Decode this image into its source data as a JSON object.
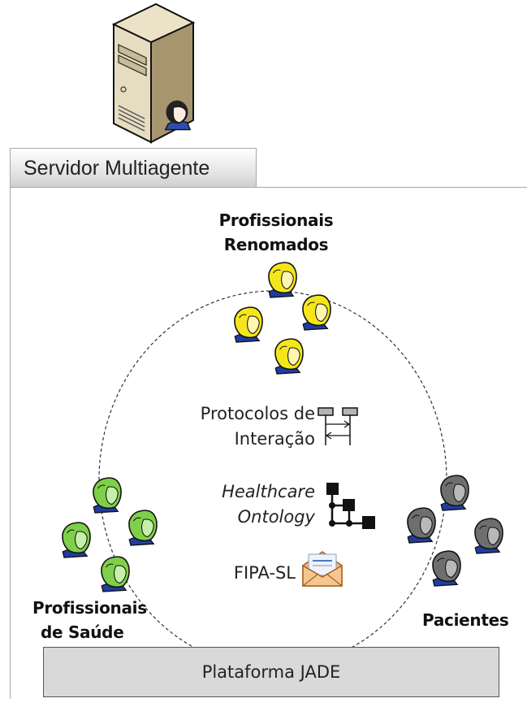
{
  "server": {
    "icon": "server-computer-icon",
    "label": "Servidor Multiagente"
  },
  "groups": {
    "renowned": {
      "line1": "Profissionais",
      "line2": "Renomados",
      "color": "#f5e61b"
    },
    "health": {
      "line1": "Profissionais",
      "line2": "de Saúde",
      "color": "#7ecf4a"
    },
    "patients": {
      "line1": "Pacientes",
      "color": "#7a7a7a"
    }
  },
  "center": {
    "protocols": {
      "line1": "Protocolos de",
      "line2": "Interação",
      "icon": "sequence-diagram-icon"
    },
    "ontology": {
      "line1": "Healthcare",
      "line2": "Ontology",
      "icon": "ontology-tree-icon"
    },
    "fipa": {
      "label": "FIPA-SL",
      "icon": "envelope-icon"
    }
  },
  "platform": {
    "label": "Plataforma JADE"
  }
}
